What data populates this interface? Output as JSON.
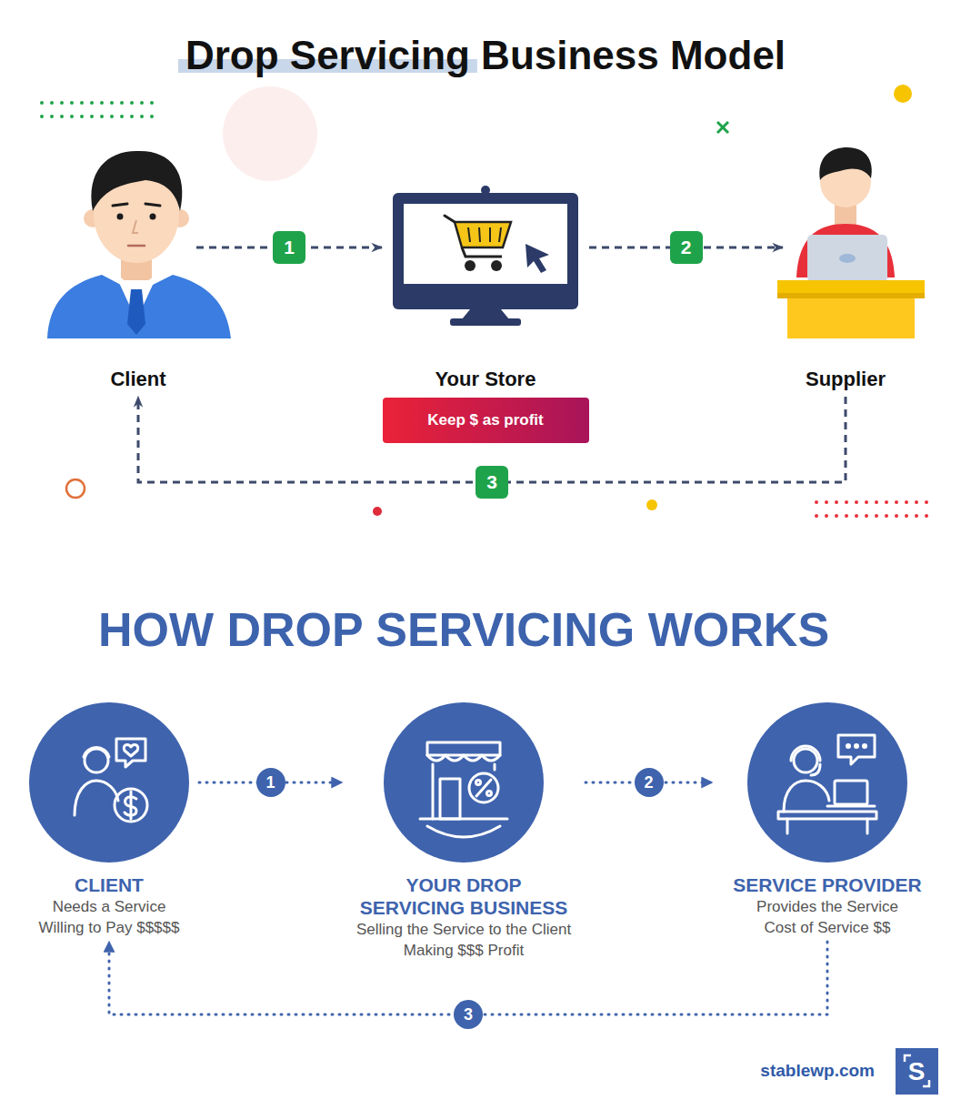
{
  "diagram": {
    "title": "Drop Servicing Business Model",
    "nodes": [
      {
        "text": [
          "Client"
        ]
      },
      {
        "text": [
          "Your Store"
        ]
      },
      {
        "text": [
          "Keep $ as profit"
        ]
      },
      {
        "text": [
          "Supplier"
        ]
      },
      {
        "text": [
          "CLIENT",
          "Needs a Service Willing to Pay $$$$$"
        ]
      },
      {
        "text": [
          "YOUR DROP SERVICING BUSINESS",
          "Selling the Service to the Client Making $$$ Profit"
        ]
      },
      {
        "text": [
          "SERVICE PROVIDER",
          "Provides the Service Cost of Service $$"
        ]
      }
    ],
    "edges": [
      {
        "from": 0,
        "to": 1,
        "label": "1",
        "arrow": "to"
      },
      {
        "from": 1,
        "to": 3,
        "label": "2",
        "arrow": "to"
      },
      {
        "from": 3,
        "to": 0,
        "label": "3",
        "arrow": "to"
      },
      {
        "from": 4,
        "to": 5,
        "label": "1",
        "arrow": "to"
      },
      {
        "from": 5,
        "to": 6,
        "label": "2",
        "arrow": "to"
      },
      {
        "from": 6,
        "to": 4,
        "label": "3",
        "arrow": "to"
      }
    ],
    "labels": [
      "HOW DROP SERVICING WORKS",
      "stablewp.com",
      "S"
    ]
  }
}
